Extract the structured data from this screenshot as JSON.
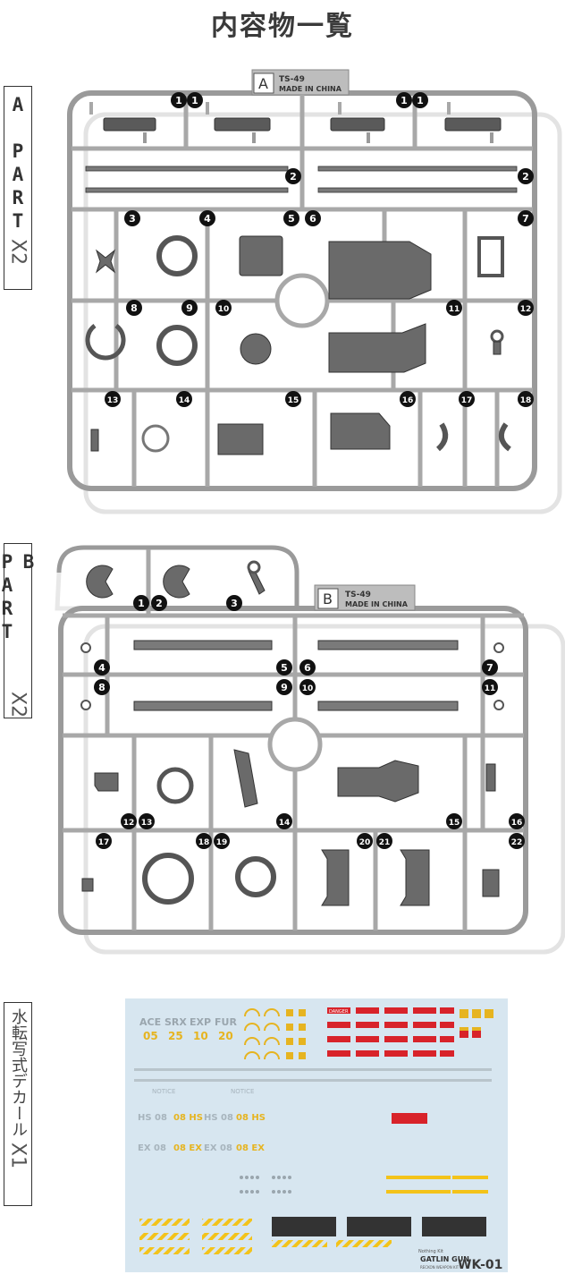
{
  "page": {
    "title": "内容物一覧"
  },
  "part_a": {
    "label": "A PART",
    "multiplier": "X2",
    "tag_letter": "A",
    "tag_code": "TS-49",
    "tag_origin": "MADE IN CHINA",
    "numbers": [
      "1",
      "1",
      "1",
      "1",
      "2",
      "2",
      "3",
      "4",
      "5",
      "6",
      "7",
      "8",
      "9",
      "10",
      "11",
      "12",
      "13",
      "14",
      "15",
      "16",
      "17",
      "18"
    ]
  },
  "part_b": {
    "label": "B PART",
    "multiplier": "X2",
    "tag_letter": "B",
    "tag_code": "TS-49",
    "tag_origin": "MADE IN CHINA",
    "numbers": [
      "1",
      "2",
      "3",
      "4",
      "5",
      "6",
      "7",
      "8",
      "9",
      "10",
      "11",
      "12",
      "13",
      "14",
      "15",
      "16",
      "17",
      "18",
      "19",
      "20",
      "21",
      "22"
    ]
  },
  "decal_section": {
    "label": "水転写式デカール",
    "multiplier": "X1",
    "sheet": {
      "brand_codes": [
        "ACE",
        "SRX",
        "EXP",
        "FUR"
      ],
      "brand_numbers": [
        "05",
        "25",
        "10",
        "20"
      ],
      "warning_label": "DANGER",
      "notice_label": "NOTICE",
      "hs_labels": [
        "HS 08",
        "08 HS",
        "HS 08",
        "08 HS"
      ],
      "ex_labels": [
        "EX 08",
        "08 EX",
        "EX 08",
        "08 EX"
      ],
      "product_name": "GATLIN GUN",
      "product_sub": "RECKON WEAPON KIT",
      "product_code": "WK-01",
      "maker": "Nothing Kit"
    }
  },
  "colors": {
    "part_gray": "#5a5a5a",
    "runner_gray": "#9a9a9a",
    "decal_bg": "#d7e6f0",
    "decal_red": "#d8232a",
    "decal_yellow": "#f3c31a"
  }
}
